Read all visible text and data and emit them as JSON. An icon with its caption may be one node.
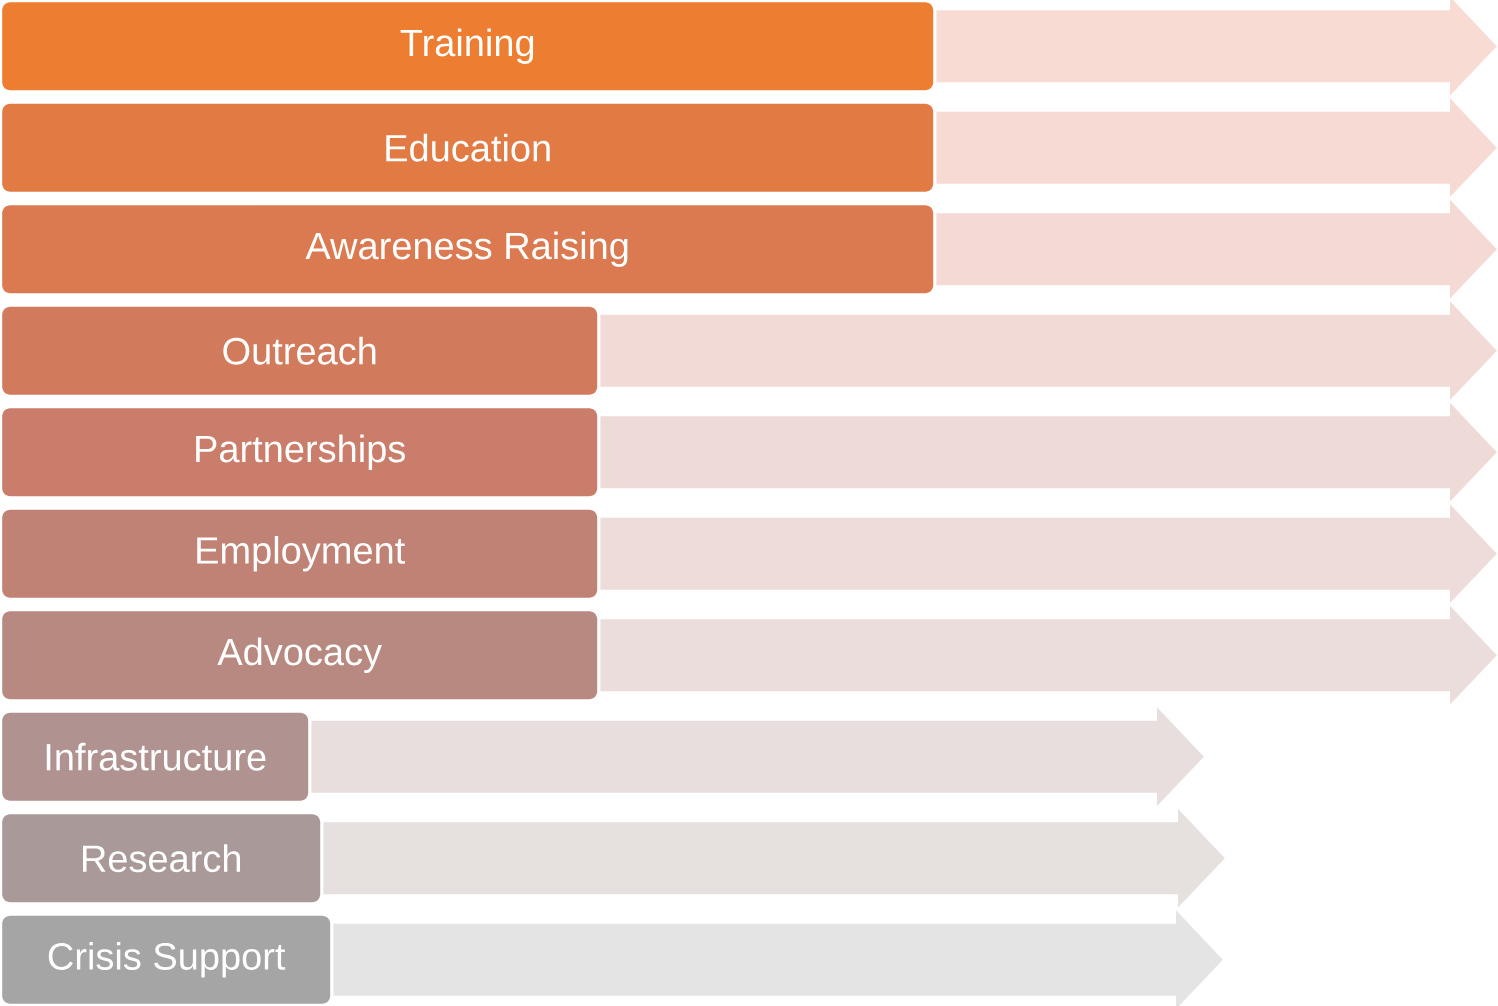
{
  "diagram": {
    "nodes": [
      {
        "text": [
          "Training"
        ]
      },
      {
        "text": [
          "Education"
        ]
      },
      {
        "text": [
          "Awareness Raising"
        ]
      },
      {
        "text": [
          "Outreach"
        ]
      },
      {
        "text": [
          "Partnerships"
        ]
      },
      {
        "text": [
          "Employment"
        ]
      },
      {
        "text": [
          "Advocacy"
        ]
      },
      {
        "text": [
          "Infrastructure"
        ]
      },
      {
        "text": [
          "Research"
        ]
      },
      {
        "text": [
          "Crisis Support"
        ]
      }
    ],
    "edges": [
      {
        "from": 0,
        "to": null,
        "arrow": "to",
        "color": "#f8dbd3"
      },
      {
        "from": 1,
        "to": null,
        "arrow": "to",
        "color": "#f6dad3"
      },
      {
        "from": 2,
        "to": null,
        "arrow": "to",
        "color": "#f5d9d4"
      },
      {
        "from": 3,
        "to": null,
        "arrow": "to",
        "color": "#f2dad6"
      },
      {
        "from": 4,
        "to": null,
        "arrow": "to",
        "color": "#eedad7"
      },
      {
        "from": 5,
        "to": null,
        "arrow": "to",
        "color": "#eddcda"
      },
      {
        "from": 6,
        "to": null,
        "arrow": "to",
        "color": "#ebdddc"
      },
      {
        "from": 7,
        "to": null,
        "arrow": "to",
        "color": "#e8dedd"
      },
      {
        "from": 8,
        "to": null,
        "arrow": "to",
        "color": "#e6e0df"
      },
      {
        "from": 9,
        "to": null,
        "arrow": "to",
        "color": "#e4e4e4"
      }
    ]
  }
}
